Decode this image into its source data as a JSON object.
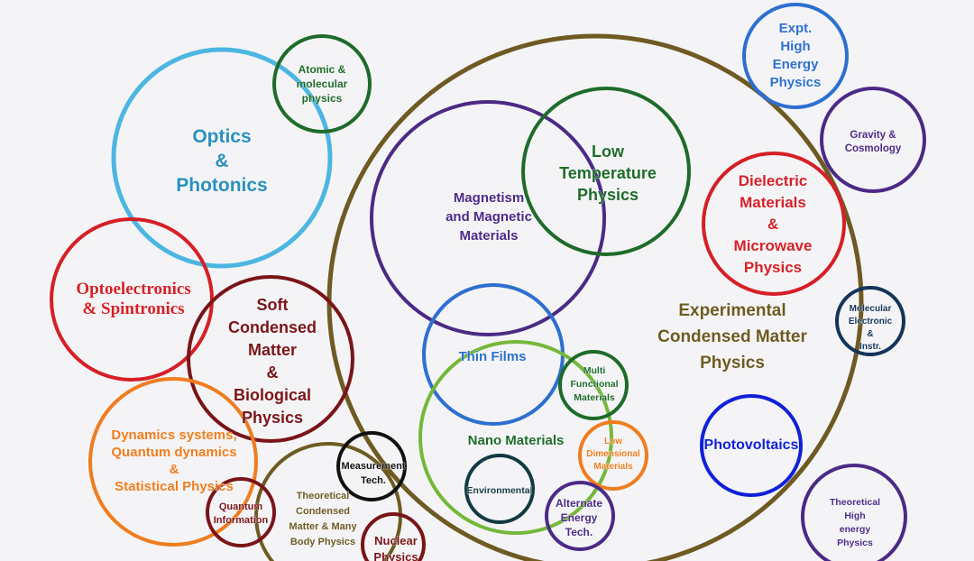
{
  "colors": {
    "background": "#f4f4f6",
    "optics": "#4cb6e2",
    "optics_text": "#2a8fbf",
    "green_dark": "#1e6b2a",
    "olive": "#6e5a22",
    "purple": "#4b2a86",
    "red": "#d61f26",
    "maroon": "#7a1418",
    "orange": "#f07c1e",
    "lime": "#74b83a",
    "blue": "#2d6fd1",
    "navy": "#14345a",
    "royal_blue": "#1020d8",
    "dark_teal": "#123a42",
    "black": "#111111"
  },
  "bubbles": [
    {
      "id": "atomic",
      "lines": [
        "Atomic &",
        "molecular",
        "physics"
      ],
      "color": "green_dark"
    },
    {
      "id": "optics",
      "lines": [
        "Optics",
        "&",
        "Photonics"
      ],
      "color": "optics_text"
    },
    {
      "id": "optoelectronics",
      "lines": [
        "Optoelectronics",
        "&  Spintronics"
      ],
      "color": "red"
    },
    {
      "id": "soft",
      "lines": [
        "Soft",
        "Condensed",
        "Matter",
        "&",
        "Biological",
        "Physics"
      ],
      "color": "maroon"
    },
    {
      "id": "dynamics",
      "lines": [
        "Dynamics systems,",
        "Quantum dynamics",
        "&",
        "Statistical Physics"
      ],
      "color": "orange"
    },
    {
      "id": "quantum_info",
      "lines": [
        "Quantum",
        "Information"
      ],
      "color": "maroon"
    },
    {
      "id": "theoretical_cm",
      "lines": [
        "Theoretical",
        "Condensed",
        "Matter & Many",
        "Body Physics"
      ],
      "color": "olive"
    },
    {
      "id": "measurement",
      "lines": [
        "Measurement",
        "Tech."
      ],
      "color": "black"
    },
    {
      "id": "nuclear",
      "lines": [
        "Nuclear",
        "Physics"
      ],
      "color": "maroon"
    },
    {
      "id": "magnetism",
      "lines": [
        "Magnetism",
        "and Magnetic",
        "Materials"
      ],
      "color": "purple"
    },
    {
      "id": "low_temp",
      "lines": [
        "Low",
        "Temperature",
        "Physics"
      ],
      "color": "green_dark"
    },
    {
      "id": "experimental",
      "lines": [
        "Experimental",
        "Condensed Matter",
        "Physics"
      ],
      "color": "olive"
    },
    {
      "id": "thin_films",
      "lines": [
        "Thin Films"
      ],
      "color": "blue"
    },
    {
      "id": "multifunctional",
      "lines": [
        "Multi",
        "Functional",
        "Materials"
      ],
      "color": "green_dark"
    },
    {
      "id": "nano",
      "lines": [
        "Nano Materials"
      ],
      "color": "green_dark"
    },
    {
      "id": "low_dim",
      "lines": [
        "Low",
        "Dimensional",
        "Materials"
      ],
      "color": "orange"
    },
    {
      "id": "environmental",
      "lines": [
        "Environmental"
      ],
      "color": "dark_teal"
    },
    {
      "id": "alternate",
      "lines": [
        "Alternate",
        "Energy",
        "Tech."
      ],
      "color": "purple"
    },
    {
      "id": "expt_hep",
      "lines": [
        "Expt.",
        "High",
        "Energy",
        "Physics"
      ],
      "color": "blue"
    },
    {
      "id": "gravity",
      "lines": [
        "Gravity &",
        "Cosmology"
      ],
      "color": "purple"
    },
    {
      "id": "dielectric",
      "lines": [
        "Dielectric",
        "Materials",
        "&",
        "Microwave",
        "Physics"
      ],
      "color": "red"
    },
    {
      "id": "molecular_el",
      "lines": [
        "Molecular",
        "Electronic",
        "&",
        "Instr."
      ],
      "color": "navy"
    },
    {
      "id": "photovoltaics",
      "lines": [
        "Photovoltaics"
      ],
      "color": "royal_blue"
    },
    {
      "id": "theoretical_hep",
      "lines": [
        "Theoretical",
        "High",
        "energy",
        "Physics"
      ],
      "color": "purple"
    }
  ]
}
